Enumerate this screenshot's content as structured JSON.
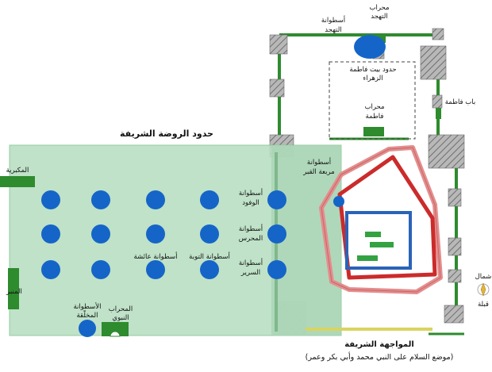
{
  "labels": {
    "rawdah_boundary": "حدود الروضة الشريفة",
    "mukabbariya": "المكبرية",
    "minbar": "المنبر",
    "mihrab_nabawi_1": "المحراب",
    "mihrab_nabawi_2": "النبوي",
    "mukhallaqa_1": "الأسطوانة",
    "mukhallaqa_2": "المخلّقة",
    "aisha": "أسطوانة عائشة",
    "tawba": "أسطوانة التوبة",
    "wufud_1": "أسطوانة",
    "wufud_2": "الوفود",
    "mihras_1": "أسطوانة",
    "mihras_2": "المحرس",
    "sarir_1": "أسطوانة",
    "sarir_2": "السرير",
    "murabba_1": "أسطوانة",
    "murabba_2": "مربعة القبر",
    "tahajjud_mihrab_1": "محراب",
    "tahajjud_mihrab_2": "التهجد",
    "tahajjud_col_1": "أسطوانة",
    "tahajjud_col_2": "التهجد",
    "fatima_house_1": "حدود بيت فاطمة",
    "fatima_house_2": "الزهراء",
    "fatima_mihrab_1": "محراب",
    "fatima_mihrab_2": "فاطمة",
    "fatima_gate": "باب فاطمة",
    "muwajaha_1": "المواجهة الشريفة",
    "muwajaha_2": "(موضع السلام على النبي محمد وأبي بكر وعمر)",
    "north": "شمال",
    "qibla": "قبلة"
  },
  "colors": {
    "column_blue": "#1565c8",
    "green_wall": "#2e8b2e",
    "zone_fill": "#b9dfc3",
    "red_wall": "#cc2b2b",
    "pink_wall": "#e58d8d",
    "blue_wall": "#2a63b8",
    "grey_pier": "#8e8e8e",
    "yellow_line": "#d8d460"
  }
}
